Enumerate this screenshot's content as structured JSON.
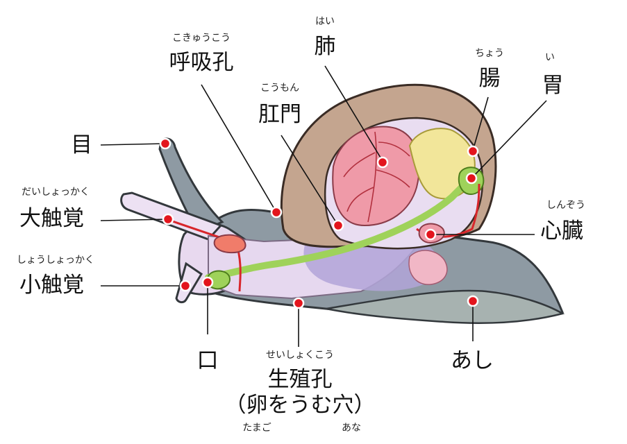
{
  "labels": {
    "eye": {
      "text": "目"
    },
    "kokyuukou": {
      "text": "呼吸孔",
      "ruby": "こきゅうこう"
    },
    "hai": {
      "text": "肺",
      "ruby": "はい"
    },
    "choo": {
      "text": "腸",
      "ruby": "ちょう"
    },
    "i": {
      "text": "胃",
      "ruby": "い"
    },
    "koumon": {
      "text": "肛門",
      "ruby": "こうもん"
    },
    "daishokkaku": {
      "text": "大触覚",
      "ruby": "だいしょっかく"
    },
    "shinzou": {
      "text": "心臓",
      "ruby": "しんぞう"
    },
    "shoshokkaku": {
      "text": "小触覚",
      "ruby": "しょうしょっかく"
    },
    "kuchi": {
      "text": "口"
    },
    "ashi": {
      "text": "あし"
    },
    "seishokukou": {
      "text": "生殖孔",
      "ruby": "せいしょくこう",
      "note": "（卵をうむ穴）",
      "note_ruby_1": "たまご",
      "note_ruby_2": "あな"
    }
  },
  "colors": {
    "shell": "#c4a58f",
    "shell_outline": "#3a2c25",
    "body": "#8e9aa3",
    "body_cavity": "#e8d9ef",
    "lung": "#ef9aa8",
    "intestine": "#f2e69a",
    "digestive_tract": "#9fd25a",
    "vessel": "#d8262b",
    "marker": "#e3151d"
  }
}
